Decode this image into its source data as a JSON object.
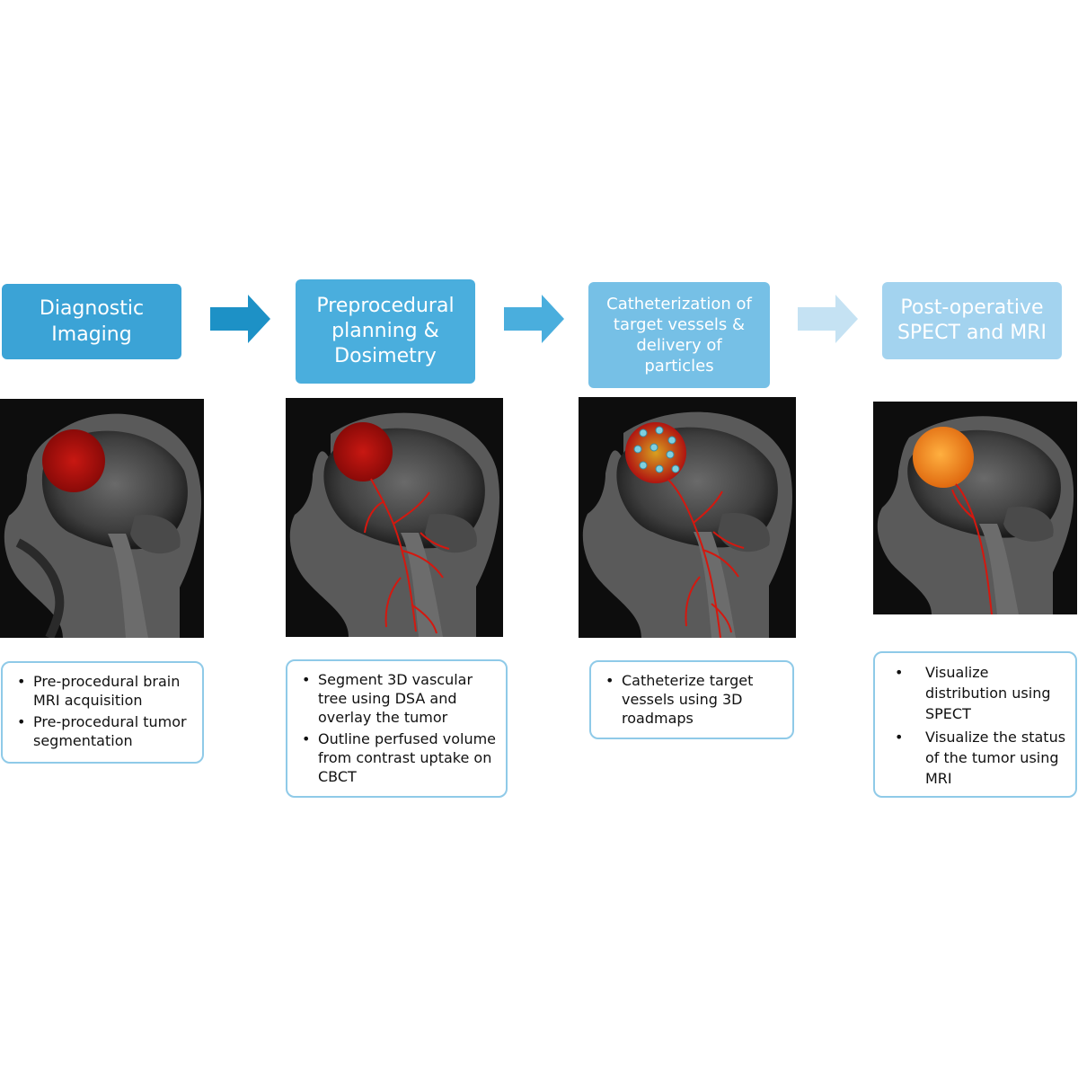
{
  "steps": [
    {
      "title": "Diagnostic\nImaging",
      "bullets": [
        "Pre-procedural brain MRI acquisition",
        "Pre-procedural tumor segmentation"
      ]
    },
    {
      "title": "Preprocedural\nplanning &\nDosimetry",
      "bullets": [
        "Segment 3D vascular tree using DSA and overlay the tumor",
        "Outline perfused volume from contrast uptake on CBCT"
      ]
    },
    {
      "title": "Catheterization of\ntarget vessels &\ndelivery of\nparticles",
      "bullets": [
        "Catheterize target vessels using 3D roadmaps"
      ]
    },
    {
      "title": "Post-operative\nSPECT and MRI",
      "bullets": [
        "Visualize distribution using SPECT",
        "Visualize the status of the tumor using MRI"
      ]
    }
  ],
  "colors": {
    "step1": "#3ba3d6",
    "step2": "#4aaedd",
    "step3": "#76c0e6",
    "step4": "#a3d3ef",
    "arrow1": "#1d91c6",
    "arrow2": "#4aaedd",
    "arrow3": "#c5e2f3",
    "tumor_red": "#b5100e",
    "tumor_orange": "#f08a1a",
    "vessel": "#d4180f",
    "box_border": "#8fcae8"
  }
}
